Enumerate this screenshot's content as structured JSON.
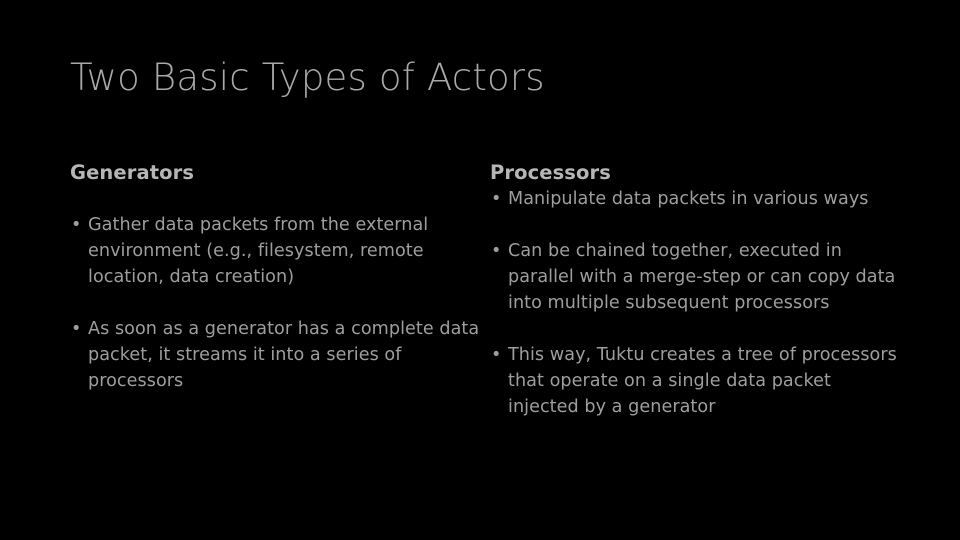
{
  "slide": {
    "title": "Two Basic Types of Actors",
    "background_color": "#000000",
    "title_color": "#a9a9a9",
    "heading_color": "#b6b6b6",
    "body_color": "#9e9e9e",
    "bullet_glyph": "•"
  },
  "columns": {
    "left": {
      "heading": "Generators",
      "bullets": [
        "Gather data packets from the external environment (e.g., filesystem, remote location, data creation)",
        "As soon as a generator has a complete data packet, it streams it into a series of processors"
      ]
    },
    "right": {
      "heading": "Processors",
      "bullets": [
        "Manipulate data packets in various ways",
        "Can be chained together, executed in parallel with a merge-step or can copy data into multiple subsequent processors",
        "This way, Tuktu creates a tree of processors that operate on a single data packet injected by a generator"
      ]
    }
  }
}
